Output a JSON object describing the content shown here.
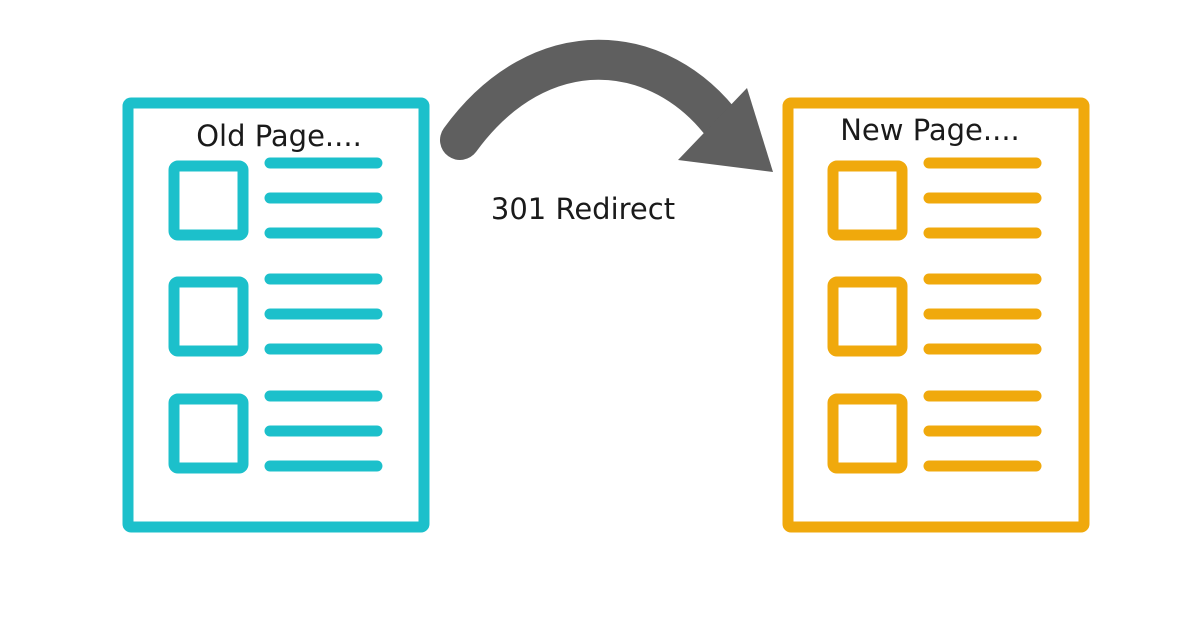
{
  "old_page": {
    "title": "Old Page....",
    "color": "#1cc0cb"
  },
  "new_page": {
    "title": "New Page....",
    "color": "#f0a90c"
  },
  "redirect": {
    "label": "301 Redirect",
    "arrow_color": "#5f5f5f"
  },
  "page_layout": {
    "rows": 3,
    "lines_per_row": 3
  }
}
